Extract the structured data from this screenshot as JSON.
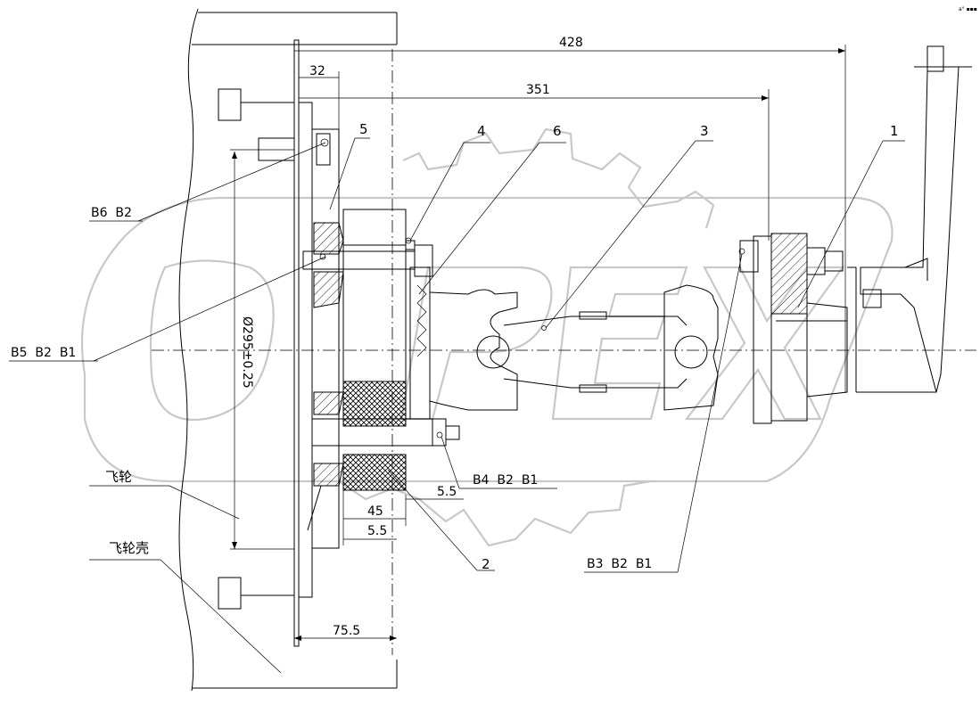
{
  "corner_note": "a° ▪▪▪",
  "watermark": "OPEX",
  "dimensions": {
    "d428": "428",
    "d351": "351",
    "d32": "32",
    "diameter": "Ø295±0.25",
    "d45": "45",
    "d5_5_a": "5.5",
    "d5_5_b": "5.5",
    "d75_5": "75.5"
  },
  "part_numbers": {
    "p1": "1",
    "p2": "2",
    "p3": "3",
    "p4": "4",
    "p5": "5",
    "p6": "6"
  },
  "fastener_groups": {
    "g1": "B6  B2",
    "g2": "B5  B2  B1",
    "g3": "B4  B2  B1",
    "g4": "B3  B2  B1"
  },
  "labels": {
    "flywheel": "飞轮",
    "flywheel_housing": "飞轮壳"
  }
}
